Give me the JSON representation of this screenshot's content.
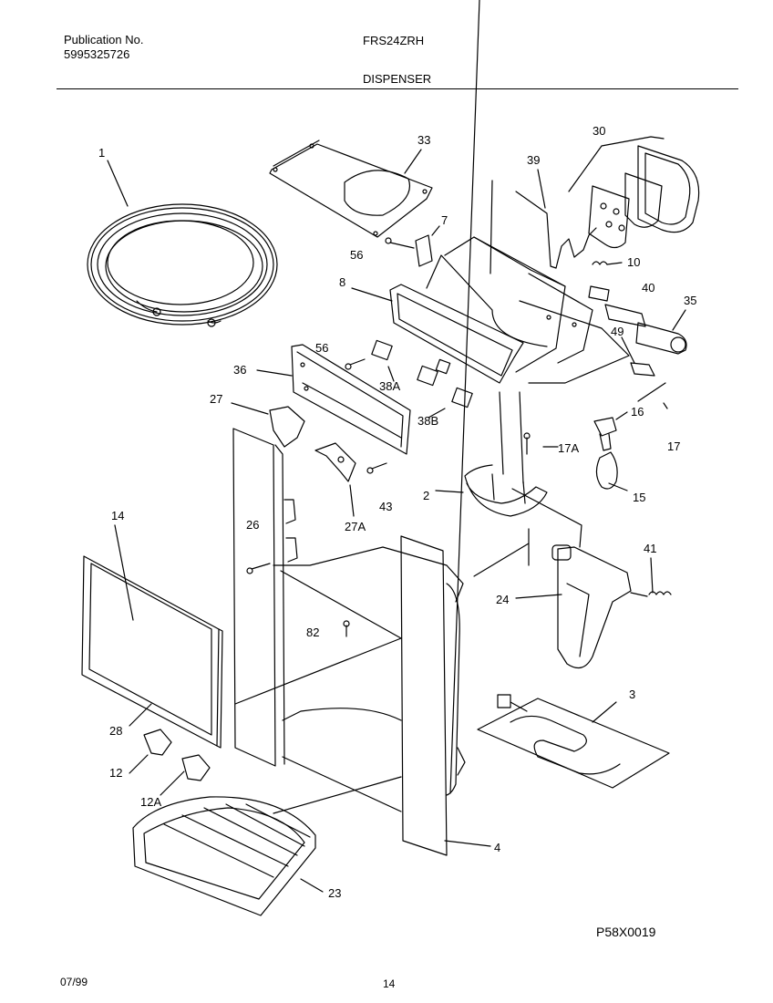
{
  "header": {
    "publication_label": "Publication No.",
    "publication_number": "5995325726",
    "model": "FRS24ZRH",
    "section": "DISPENSER"
  },
  "callouts": [
    "1",
    "33",
    "39",
    "30",
    "7",
    "56",
    "10",
    "8",
    "40",
    "35",
    "49",
    "56",
    "36",
    "38A",
    "27",
    "38B",
    "16",
    "17A",
    "17",
    "2",
    "15",
    "43",
    "27A",
    "14",
    "26",
    "41",
    "24",
    "82",
    "3",
    "28",
    "12",
    "12A",
    "4",
    "23"
  ],
  "footer": {
    "date": "07/99",
    "page": "14",
    "ref_code": "P58X0019"
  }
}
